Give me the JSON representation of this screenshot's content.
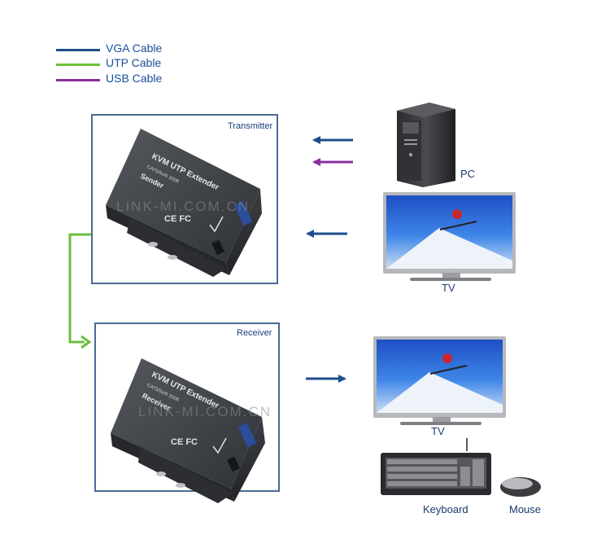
{
  "legend": {
    "items": [
      {
        "label": "VGA Cable",
        "color": "#1f4e8c"
      },
      {
        "label": "UTP Cable",
        "color": "#6cbf3b"
      },
      {
        "label": "USB Cable",
        "color": "#8a2e9c"
      }
    ]
  },
  "transmitter": {
    "label": "Transmitter",
    "device_title": "KVM UTP Extender",
    "device_sub": "CAT5/5e/6 300ft",
    "device_role": "Sender"
  },
  "receiver": {
    "label": "Receiver",
    "device_title": "KVM UTP Extender",
    "device_sub": "CAT5/5e/6 300ft",
    "device_role": "Receiver"
  },
  "devices": {
    "pc": "PC",
    "tv_top": "TV",
    "tv_bottom": "TV",
    "keyboard": "Keyboard",
    "mouse": "Mouse"
  },
  "watermark": "LINK-MI.COM.CN",
  "colors": {
    "vga": "#1f4e8c",
    "utp": "#6cbf3b",
    "usb": "#8a2e9c",
    "box_border": "#4a6a96"
  }
}
